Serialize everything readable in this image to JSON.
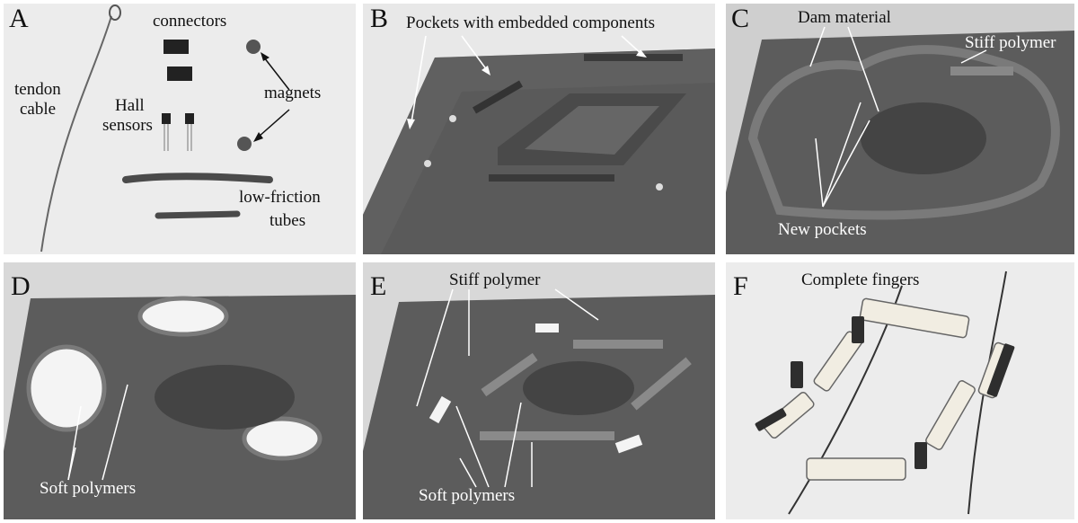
{
  "panels": [
    {
      "id": "A",
      "label": "A",
      "annotations": {
        "connectors": "connectors",
        "magnets": "magnets",
        "tendon": "tendon",
        "cable": "cable",
        "hall": "Hall",
        "sensors": "sensors",
        "lowfriction": "low-friction",
        "tubes": "tubes"
      }
    },
    {
      "id": "B",
      "label": "B",
      "annotations": {
        "pockets": "Pockets with embedded components"
      }
    },
    {
      "id": "C",
      "label": "C",
      "annotations": {
        "dam": "Dam material",
        "stiff": "Stiff polymer",
        "newpockets": "New pockets"
      }
    },
    {
      "id": "D",
      "label": "D",
      "annotations": {
        "soft": "Soft polymers"
      }
    },
    {
      "id": "E",
      "label": "E",
      "annotations": {
        "stiff": "Stiff polymer",
        "soft": "Soft polymers"
      }
    },
    {
      "id": "F",
      "label": "F",
      "annotations": {
        "complete": "Complete fingers"
      }
    }
  ],
  "colors": {
    "background_light": "#ececec",
    "print_bed": "#5c5c5c",
    "print_dark": "#3f3f3f",
    "soft_polymer": "#f4f4f4",
    "annotation_arrow": "#ffffff"
  }
}
